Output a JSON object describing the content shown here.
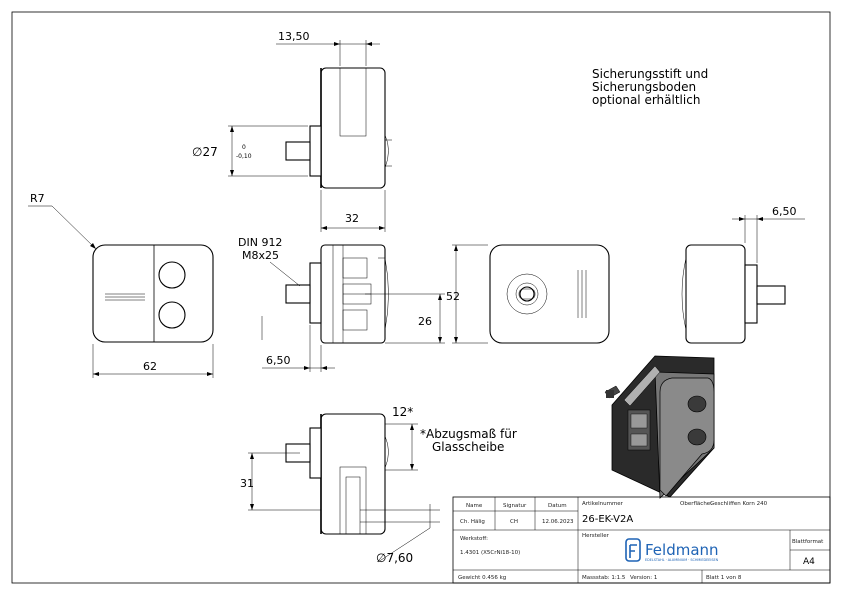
{
  "dimensions": {
    "top_width": "13,50",
    "diameter_label": "∅27",
    "tol_upper": "0",
    "tol_lower": "-0,10",
    "side_width": "32",
    "radius": "R7",
    "front_width": "62",
    "screw_line1": "DIN 912",
    "screw_line2": "M8x25",
    "height_52": "52",
    "height_26": "26",
    "offset_left": "6,50",
    "offset_right": "6,50",
    "clamp_12": "12*",
    "height_31": "31",
    "pin_diameter": "∅7,60"
  },
  "notes": {
    "safety_line1": "Sicherungsstift und",
    "safety_line2": "Sicherungsboden",
    "safety_line3": "optional erhältlich",
    "glass_line1": "*Abzugsmaß für",
    "glass_line2": "Glasscheibe"
  },
  "title_block": {
    "name_label": "Name",
    "signature_label": "Signatur",
    "date_label": "Datum",
    "name_value": "Ch. Hälig",
    "signature_value": "CH",
    "date_value": "12.06.2023",
    "article_label": "Artikelnummer",
    "article_value": "26-EK-V2A",
    "surface_label": "Oberfläche:",
    "surface_value": "Geschliffen Korn 240",
    "material_label": "Werkstoff:",
    "material_value": "1.4301 (X5CrNi18-10)",
    "manufacturer_label": "Hersteller",
    "format_label": "Blattformat",
    "format_value": "A4",
    "weight": "Gewicht 0.456 kg",
    "scale": "Massstab: 1:1.5",
    "version": "Version: 1",
    "sheet": "Blatt 1 von 8",
    "logo_text": "Feldmann",
    "logo_subtext": "EDELSTAHL · ALUMINIUM · SCHMIEDEEISEN"
  }
}
